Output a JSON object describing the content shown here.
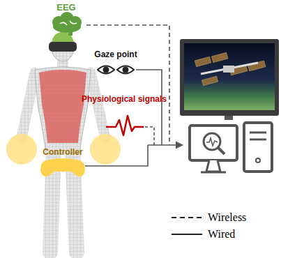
{
  "diagram": {
    "nodes": [
      {
        "text": [
          "EEG"
        ]
      },
      {
        "text": [
          "Gaze point"
        ]
      },
      {
        "text": [
          "Physiological signals"
        ]
      },
      {
        "text": [
          "Controller"
        ]
      }
    ],
    "legend": [
      {
        "text": "Wireless"
      },
      {
        "text": "Wired"
      }
    ]
  }
}
